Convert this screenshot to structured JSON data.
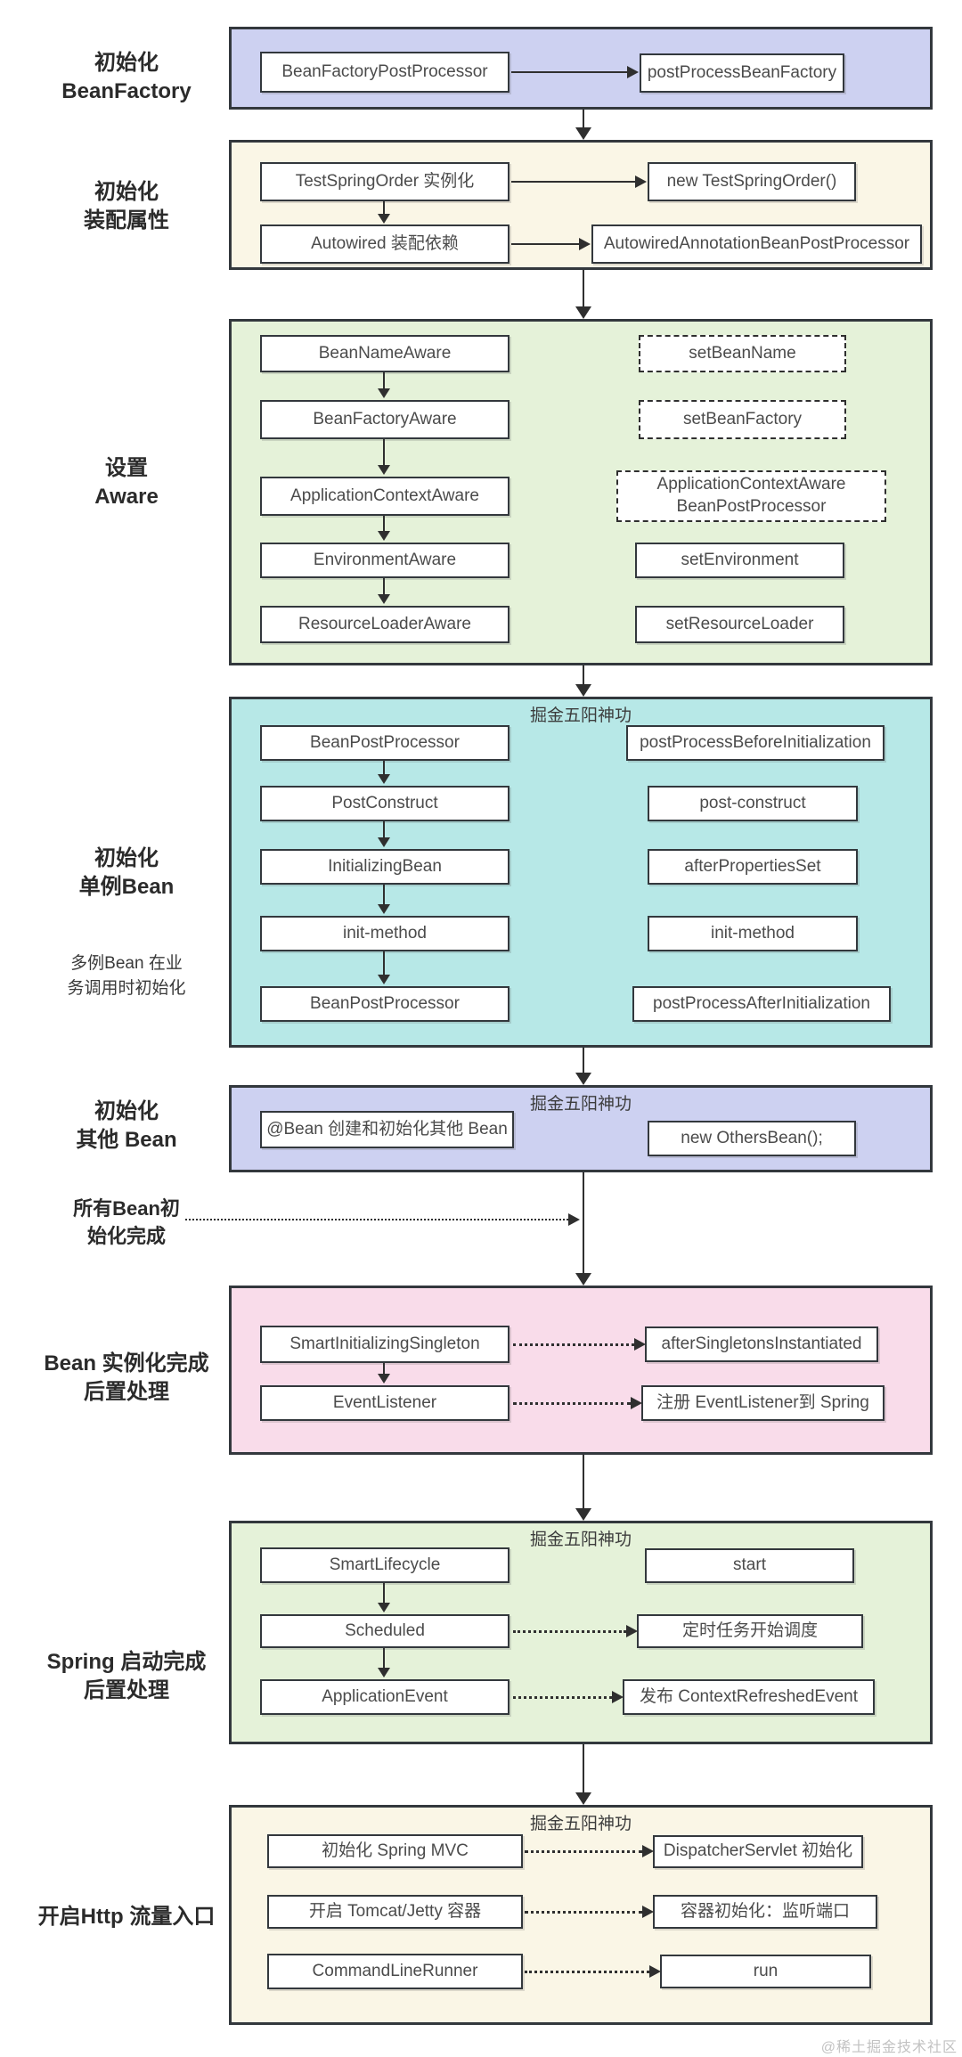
{
  "sections": [
    {
      "label": "初始化\nBeanFactory",
      "bg": "#cdd1f1",
      "rows": [
        {
          "left": "BeanFactoryPostProcessor",
          "right": "postProcessBeanFactory"
        }
      ]
    },
    {
      "label": "初始化\n装配属性",
      "bg": "#faf6e6",
      "rows": [
        {
          "left": "TestSpringOrder 实例化",
          "right": "new TestSpringOrder()"
        },
        {
          "left": "Autowired 装配依赖",
          "right": "AutowiredAnnotationBeanPostProcessor"
        }
      ]
    },
    {
      "label": "设置\nAware",
      "bg": "#e5f2d9",
      "rows": [
        {
          "left": "BeanNameAware",
          "right": "setBeanName"
        },
        {
          "left": "BeanFactoryAware",
          "right": "setBeanFactory"
        },
        {
          "left": "ApplicationContextAware",
          "right": "ApplicationContextAware\nBeanPostProcessor"
        },
        {
          "left": "EnvironmentAware",
          "right": "setEnvironment"
        },
        {
          "left": "ResourceLoaderAware",
          "right": "setResourceLoader"
        }
      ]
    },
    {
      "label": "初始化\n单例Bean",
      "note": "多例Bean 在业\n务调用时初始化",
      "title": "掘金五阳神功",
      "bg": "#b7e8e7",
      "rows": [
        {
          "left": "BeanPostProcessor",
          "right": "postProcessBeforeInitialization"
        },
        {
          "left": "PostConstruct",
          "right": "post-construct"
        },
        {
          "left": "InitializingBean",
          "right": "afterPropertiesSet"
        },
        {
          "left": "init-method",
          "right": "init-method"
        },
        {
          "left": "BeanPostProcessor",
          "right": "postProcessAfterInitialization"
        }
      ]
    },
    {
      "label": "初始化\n其他 Bean",
      "title": "掘金五阳神功",
      "bg": "#cdd1f1",
      "rows": [
        {
          "left": "@Bean 创建和初始化其他 Bean",
          "right": "new OthersBean();"
        }
      ]
    },
    {
      "label": "Bean 实例化完成\n后置处理",
      "bg": "#f9dcea",
      "rows": [
        {
          "left": "SmartInitializingSingleton",
          "right": "afterSingletonsInstantiated"
        },
        {
          "left": "EventListener",
          "right": "注册 EventListener到 Spring"
        }
      ]
    },
    {
      "label": "Spring 启动完成\n后置处理",
      "title": "掘金五阳神功",
      "bg": "#e5f2d9",
      "rows": [
        {
          "left": "SmartLifecycle",
          "right": "start"
        },
        {
          "left": "Scheduled",
          "right": "定时任务开始调度"
        },
        {
          "left": "ApplicationEvent",
          "right": "发布 ContextRefreshedEvent"
        }
      ]
    },
    {
      "label": "开启Http 流量入口",
      "title": "掘金五阳神功",
      "bg": "#faf6e6",
      "rows": [
        {
          "left": "初始化 Spring MVC",
          "right": "DispatcherServlet 初始化"
        },
        {
          "left": "开启 Tomcat/Jetty 容器",
          "right": "容器初始化：监听端口"
        },
        {
          "left": "CommandLineRunner",
          "right": "run"
        }
      ]
    }
  ],
  "annotation": {
    "label": "所有Bean初\n始化完成"
  },
  "watermark": "@稀土掘金技术社区",
  "colors": {
    "section_border": "#33383d",
    "arrow": "#2f2f2f",
    "lavender": "#cdd1f1",
    "cream": "#faf6e6",
    "green": "#e5f2d9",
    "teal": "#b7e8e7",
    "pink": "#f9dcea"
  }
}
